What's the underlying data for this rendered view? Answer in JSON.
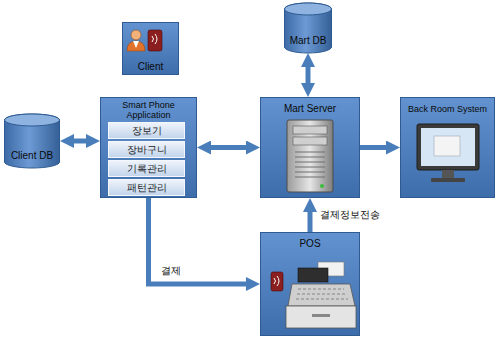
{
  "diagram": {
    "nodes": [
      {
        "text": [
          "Client"
        ]
      },
      {
        "text": [
          "Mart DB"
        ]
      },
      {
        "text": [
          "Client DB"
        ]
      },
      {
        "text": [
          "Smart Phone Application"
        ]
      },
      {
        "text": [
          "장보기"
        ],
        "in": 3
      },
      {
        "text": [
          "장바구니"
        ],
        "in": 3
      },
      {
        "text": [
          "기록관리"
        ],
        "in": 3
      },
      {
        "text": [
          "패턴관리"
        ],
        "in": 3
      },
      {
        "text": [
          "Mart Server"
        ]
      },
      {
        "text": [
          "Back Room System"
        ]
      },
      {
        "text": [
          "POS"
        ]
      }
    ],
    "edges": [
      {
        "from": 2,
        "to": 3,
        "arrow": "both"
      },
      {
        "from": 3,
        "to": 8,
        "arrow": "both"
      },
      {
        "from": 1,
        "to": 8,
        "arrow": "both"
      },
      {
        "from": 8,
        "to": 9,
        "arrow": "to"
      },
      {
        "from": 10,
        "to": 8,
        "arrow": "to",
        "label": "결제정보전송"
      },
      {
        "from": 3,
        "to": 10,
        "arrow": "to",
        "label": "결제"
      }
    ]
  }
}
